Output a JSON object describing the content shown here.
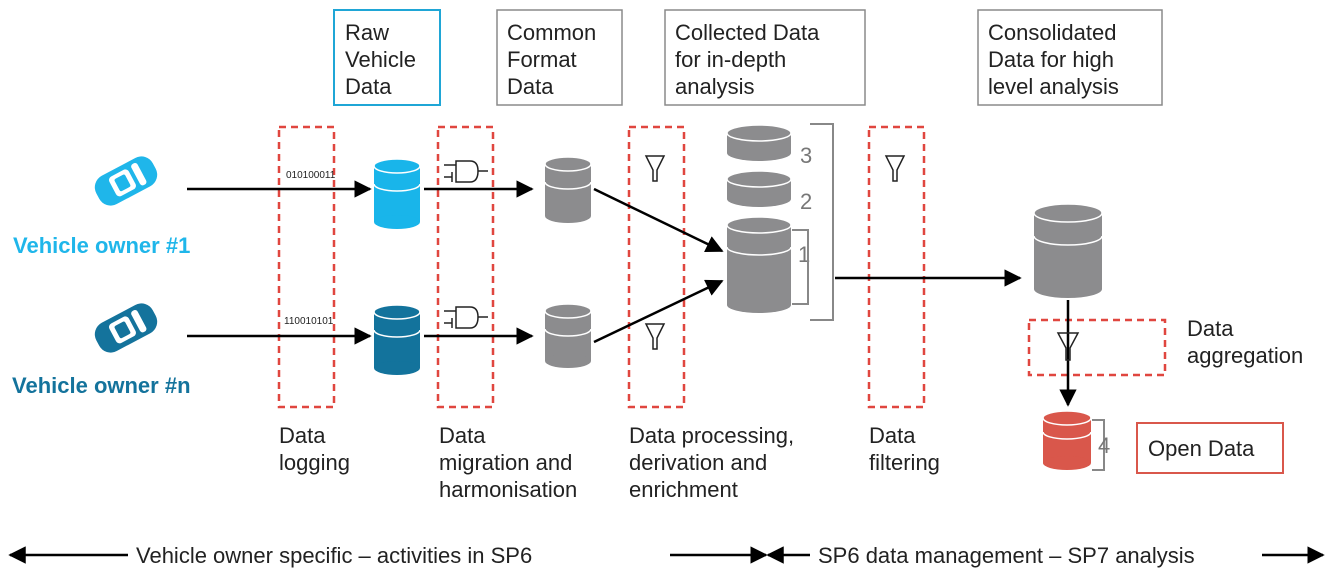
{
  "header_boxes": {
    "raw": [
      "Raw",
      "Vehicle",
      "Data"
    ],
    "common": [
      "Common",
      "Format",
      "Data"
    ],
    "collected": [
      "Collected Data",
      "for in-depth",
      "analysis"
    ],
    "consolidated": [
      "Consolidated",
      "Data for high",
      "level analysis"
    ]
  },
  "owners": {
    "first": "Vehicle owner #1",
    "nth": "Vehicle owner #n"
  },
  "binary": {
    "top": "010100011",
    "bottom": "110010101"
  },
  "stages": {
    "logging": [
      "Data",
      "logging"
    ],
    "migration": [
      "Data",
      "migration and",
      "harmonisation"
    ],
    "processing": [
      "Data processing,",
      "derivation and",
      "enrichment"
    ],
    "filtering": [
      "Data",
      "filtering"
    ],
    "aggregation": [
      "Data",
      "aggregation"
    ]
  },
  "layer_numbers": {
    "n3": "3",
    "n2": "2",
    "n1": "1",
    "n4": "4"
  },
  "open_data": "Open Data",
  "footer": {
    "left": "Vehicle owner specific – activities in SP6",
    "right": "SP6 data management – SP7 analysis"
  },
  "colors": {
    "owner_first": "#1fb6ea",
    "owner_nth": "#14739c",
    "raw_db_first": "#19b5ea",
    "raw_db_nth": "#13739c",
    "db_gray": "#8c8c8e",
    "dashed_red": "#e0463f",
    "open_data_red": "#d9574b",
    "raw_box_border": "#1fa6d6",
    "box_border": "#8a8a8a"
  }
}
